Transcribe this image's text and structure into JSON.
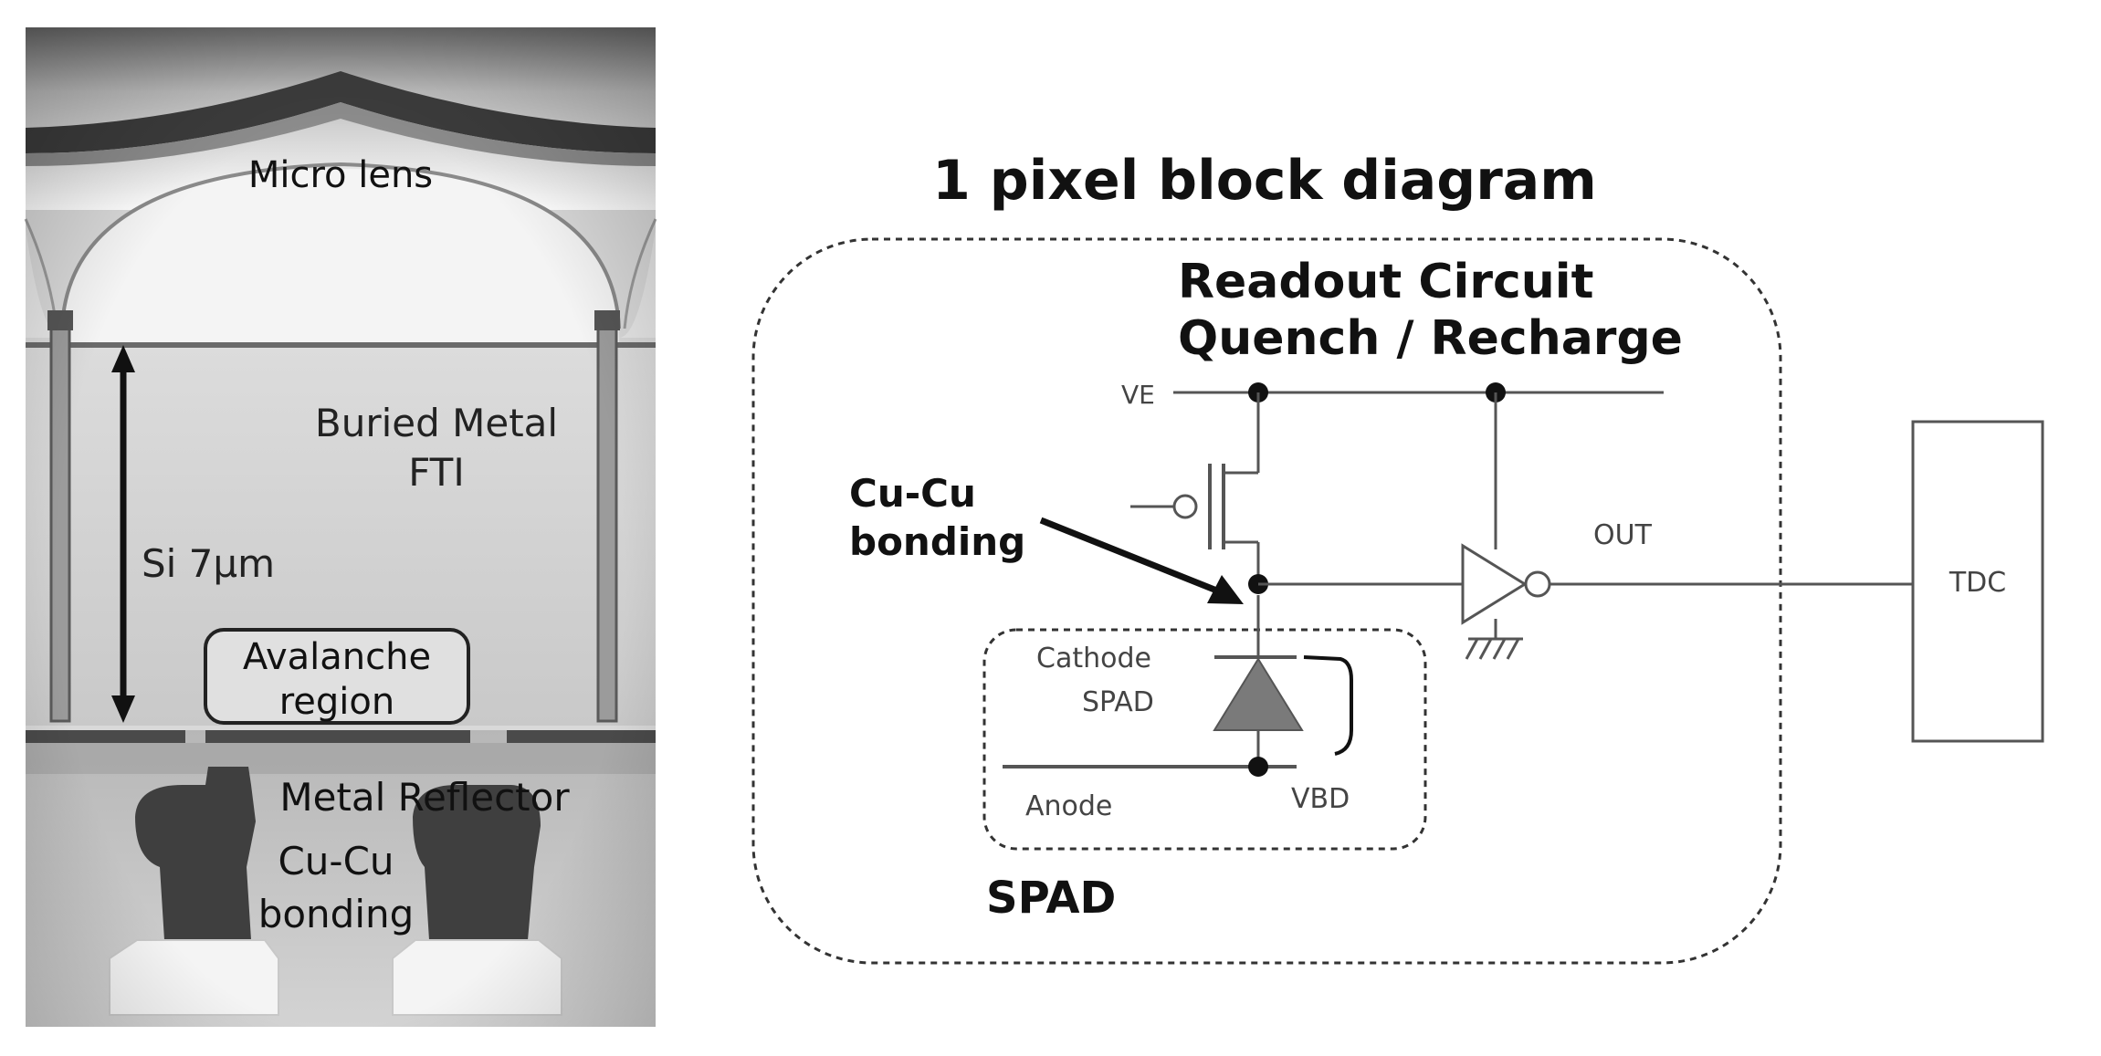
{
  "cross_section": {
    "micro_lens": "Micro lens",
    "buried_metal": "Buried Metal",
    "fti": "FTI",
    "si_thickness": "Si 7μm",
    "avalanche_line1": "Avalanche",
    "avalanche_line2": "region",
    "metal_reflector": "Metal Reflector",
    "cu_cu_line1": "Cu-Cu",
    "cu_cu_line2": "bonding"
  },
  "block_diagram": {
    "title": "1 pixel block diagram",
    "readout_line1": "Readout Circuit",
    "readout_line2": "Quench / Recharge",
    "ve_label": "VE",
    "bonding_line1": "Cu-Cu",
    "bonding_line2": "bonding",
    "out_label": "OUT",
    "cathode_label": "Cathode",
    "spad_small_label": "SPAD",
    "anode_label": "Anode",
    "vbd_label": "VBD",
    "spad_block_label": "SPAD",
    "tdc_label": "TDC"
  }
}
